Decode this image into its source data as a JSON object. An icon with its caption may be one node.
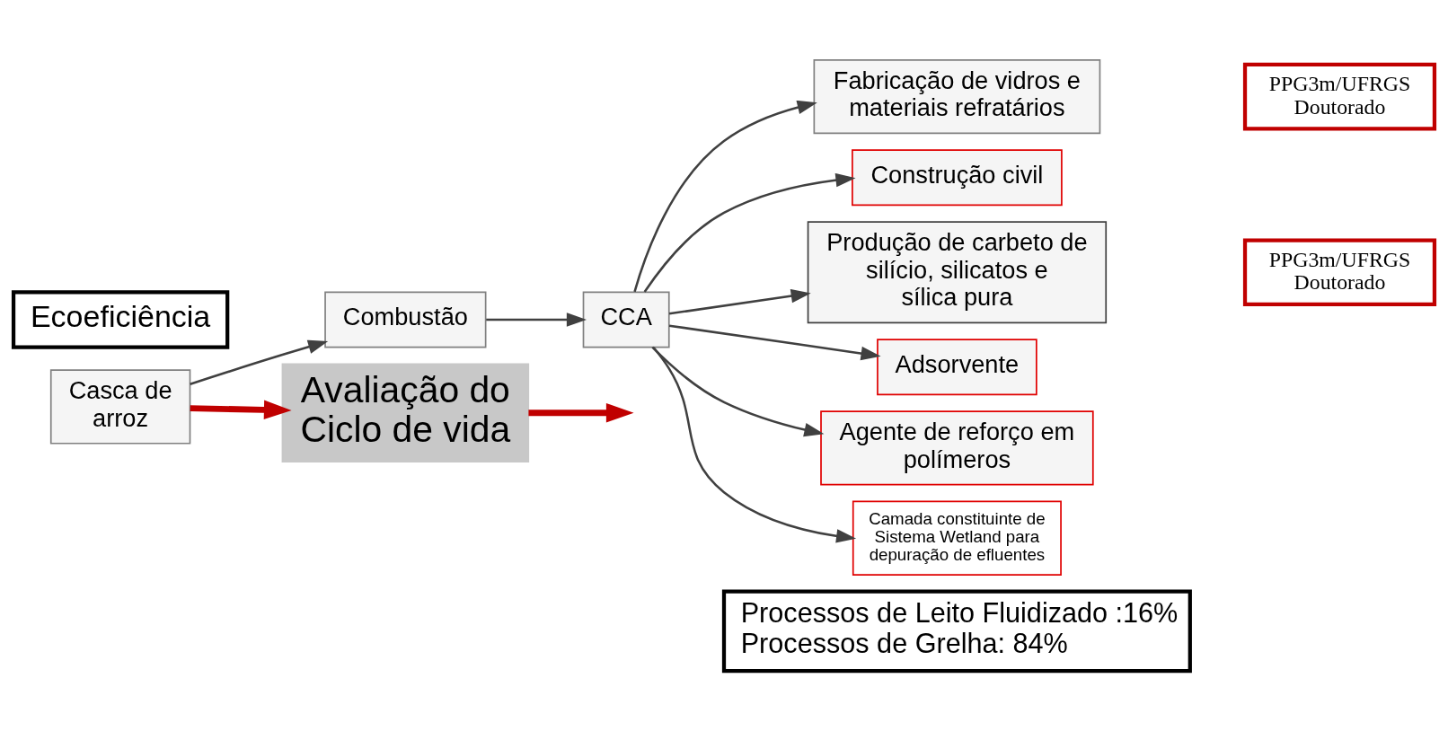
{
  "diagram": {
    "nodes": [
      {
        "text": [
          "Ecoeficiência"
        ]
      },
      {
        "text": [
          "Casca de arroz"
        ]
      },
      {
        "text": [
          "Combustão"
        ]
      },
      {
        "text": [
          "CCA"
        ]
      },
      {
        "text": [
          "Fabricação de vidros e materiais refratários"
        ]
      },
      {
        "text": [
          "Construção civil"
        ]
      },
      {
        "text": [
          "Produção de carbeto de silício, silicatos e sílica pura"
        ]
      },
      {
        "text": [
          "Adsorvente"
        ]
      },
      {
        "text": [
          "Agente de reforço em polímeros"
        ]
      },
      {
        "text": [
          "Camada constituinte de Sistema Wetland para depuração de efluentes"
        ]
      },
      {
        "text": [
          "PPG3m/UFRGS Doutorado"
        ]
      },
      {
        "text": [
          "PPG3m/UFRGS Doutorado"
        ]
      },
      {
        "text": [
          "Avaliação do Ciclo de vida"
        ]
      },
      {
        "text": [
          "Processos de Leito Fluidizado :16%",
          "Processos de Grelha: 84%"
        ]
      }
    ],
    "edges": [
      {
        "from": 1,
        "to": 2,
        "arrow": "to"
      },
      {
        "from": 2,
        "to": 3,
        "arrow": "to"
      },
      {
        "from": 3,
        "to": 4,
        "arrow": "to"
      },
      {
        "from": 3,
        "to": 5,
        "arrow": "to"
      },
      {
        "from": 3,
        "to": 6,
        "arrow": "to"
      },
      {
        "from": 3,
        "to": 7,
        "arrow": "to"
      },
      {
        "from": 3,
        "to": 8,
        "arrow": "to"
      },
      {
        "from": 3,
        "to": 9,
        "arrow": "to"
      },
      {
        "from": 1,
        "to": 12,
        "arrow": "to",
        "style": "thick",
        "color": "#c00000"
      },
      {
        "from": 12,
        "to": null,
        "arrow": "to",
        "style": "thick",
        "color": "#c00000"
      }
    ]
  }
}
